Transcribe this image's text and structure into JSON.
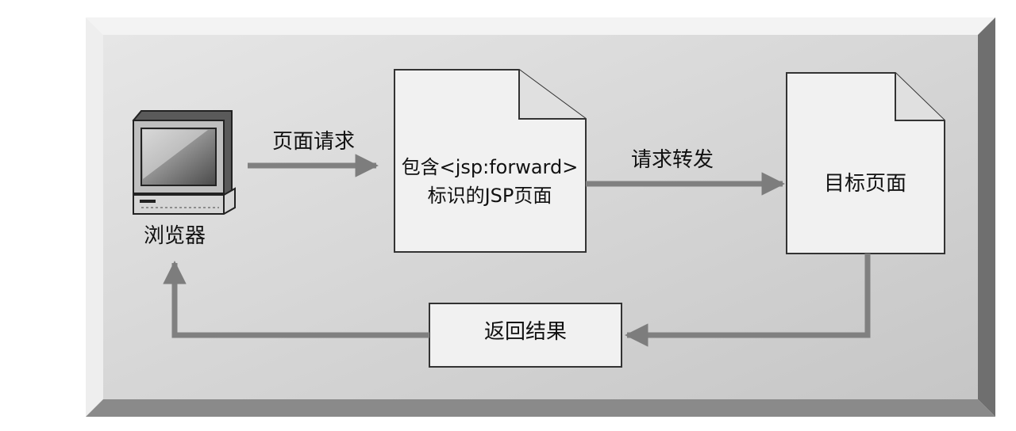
{
  "diagram": {
    "nodes": {
      "browser": {
        "label": "浏览器",
        "icon": "computer-icon"
      },
      "forward_page": {
        "line1": "包含<jsp:forward>",
        "line2": "标识的JSP页面"
      },
      "target_page": {
        "label": "目标页面"
      },
      "result_box": {
        "label": "返回结果"
      }
    },
    "edges": {
      "page_request": {
        "label": "页面请求"
      },
      "request_forward": {
        "label": "请求转发"
      }
    },
    "colors": {
      "panel_light": "#e4e4e4",
      "panel_dark": "#c8c8c8",
      "bevel_light": "#f2f2f2",
      "bevel_dark": "#7a7a7a",
      "arrow": "#808080",
      "box_fill": "#f1f1f1",
      "box_stroke": "#333333"
    }
  }
}
